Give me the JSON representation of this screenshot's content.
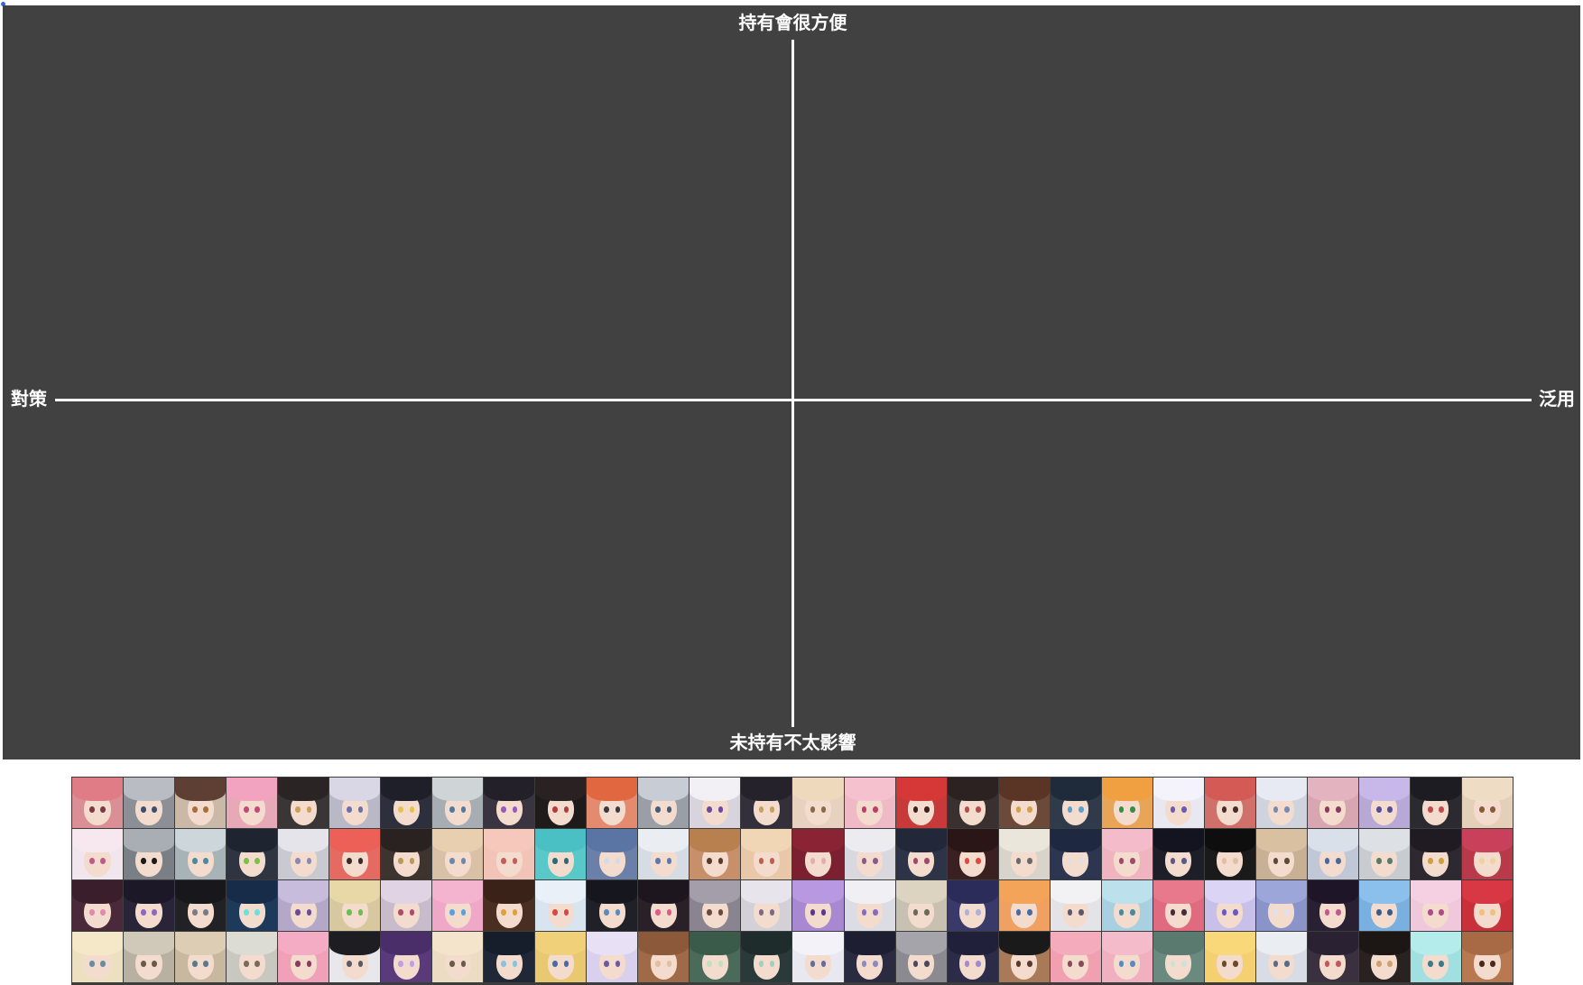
{
  "board": {
    "top_label": "持有會很方便",
    "bottom_label": "未持有不太影響",
    "left_label": "對策",
    "right_label": "泛用",
    "background": "#414141",
    "axis_color": "#ffffff"
  },
  "palette": {
    "columns": 28,
    "rows": 4,
    "tiles": [
      {
        "bg": "#d98f95",
        "hair": "#e07c86",
        "eye": "#7a3a44"
      },
      {
        "bg": "#8c8f96",
        "hair": "#b9bcc2",
        "eye": "#3b4f72"
      },
      {
        "bg": "#c9b9a6",
        "hair": "#5d4033",
        "eye": "#a86f3c"
      },
      {
        "bg": "#e7a9b7",
        "hair": "#f1a3bf",
        "eye": "#c24a78"
      },
      {
        "bg": "#3a3636",
        "hair": "#2b2424",
        "eye": "#caa05a"
      },
      {
        "bg": "#b9b8c7",
        "hair": "#d9d6e6",
        "eye": "#6b6fb0"
      },
      {
        "bg": "#2d2f3d",
        "hair": "#1e1f28",
        "eye": "#e5c24d"
      },
      {
        "bg": "#a6adb3",
        "hair": "#cfd4d6",
        "eye": "#4d7aa3"
      },
      {
        "bg": "#3a3440",
        "hair": "#24202a",
        "eye": "#9a5ab8"
      },
      {
        "bg": "#1f1b1b",
        "hair": "#2a2222",
        "eye": "#b83a3a"
      },
      {
        "bg": "#e48a6f",
        "hair": "#e0673f",
        "eye": "#3b3b3b"
      },
      {
        "bg": "#9a9ea6",
        "hair": "#c8ccd4",
        "eye": "#445c7a"
      },
      {
        "bg": "#d8d4dd",
        "hair": "#f2f0f5",
        "eye": "#6c4aa0"
      },
      {
        "bg": "#33303b",
        "hair": "#25222c",
        "eye": "#c7a24f"
      },
      {
        "bg": "#e6d2bf",
        "hair": "#efd9bd",
        "eye": "#8a6a4a"
      },
      {
        "bg": "#f0b9c6",
        "hair": "#f6c1cf",
        "eye": "#c03c6a"
      },
      {
        "bg": "#c83a3a",
        "hair": "#d63838",
        "eye": "#3c1f1f"
      },
      {
        "bg": "#3a3030",
        "hair": "#2d2222",
        "eye": "#b84a4a"
      },
      {
        "bg": "#6b4a3a",
        "hair": "#5a3526",
        "eye": "#d0a04a"
      },
      {
        "bg": "#2f3a4a",
        "hair": "#1f2a3a",
        "eye": "#5aa0d0"
      },
      {
        "bg": "#e8a558",
        "hair": "#f0a040",
        "eye": "#3a8a4a"
      },
      {
        "bg": "#e9e7f0",
        "hair": "#f4f2fa",
        "eye": "#6a5ab0"
      },
      {
        "bg": "#d0706a",
        "hair": "#d35a55",
        "eye": "#4a2a2a"
      },
      {
        "bg": "#cfd3de",
        "hair": "#e7eaf2",
        "eye": "#7a8ab8"
      },
      {
        "bg": "#d8a6b0",
        "hair": "#e3b3c0",
        "eye": "#8a3a5a"
      },
      {
        "bg": "#b7a8d6",
        "hair": "#c8b8ea",
        "eye": "#5a4a9a"
      },
      {
        "bg": "#2a2a30",
        "hair": "#1c1c22",
        "eye": "#c24a4a"
      },
      {
        "bg": "#e4cfb8",
        "hair": "#efdcc4",
        "eye": "#8a5a3a"
      },
      {
        "bg": "#f2e6ee",
        "hair": "#f7e8f0",
        "eye": "#c05a8a"
      },
      {
        "bg": "#7a7f86",
        "hair": "#a9aeb4",
        "eye": "#1a1a1a"
      },
      {
        "bg": "#a8b3b8",
        "hair": "#cdd6da",
        "eye": "#4a8aa0"
      },
      {
        "bg": "#2e3440",
        "hair": "#1e2430",
        "eye": "#7ac04a"
      },
      {
        "bg": "#c9c9d2",
        "hair": "#e4e4ea",
        "eye": "#8a8ab0"
      },
      {
        "bg": "#e46a62",
        "hair": "#ec6058",
        "eye": "#3a2a2a"
      },
      {
        "bg": "#3d3430",
        "hair": "#2a2220",
        "eye": "#b89a5a"
      },
      {
        "bg": "#d9c1a8",
        "hair": "#e8cfb0",
        "eye": "#6a8aa8"
      },
      {
        "bg": "#f2c4b8",
        "hair": "#f5c8bb",
        "eye": "#c0605a"
      },
      {
        "bg": "#58c8c8",
        "hair": "#4ac0c4",
        "eye": "#2a6a7a"
      },
      {
        "bg": "#6a80a8",
        "hair": "#5a74a4",
        "eye": "#d0dce8"
      },
      {
        "bg": "#d6dce4",
        "hair": "#eaeef2",
        "eye": "#5a7ab0"
      },
      {
        "bg": "#c8906a",
        "hair": "#b8804f",
        "eye": "#5a3a2a"
      },
      {
        "bg": "#e8c8a8",
        "hair": "#f0d6b4",
        "eye": "#c0604a"
      },
      {
        "bg": "#7a2030",
        "hair": "#8a2434",
        "eye": "#e0b0b0"
      },
      {
        "bg": "#d8d8de",
        "hair": "#ececf0",
        "eye": "#8a5a8a"
      },
      {
        "bg": "#2e3448",
        "hair": "#22283a",
        "eye": "#a04a6a"
      },
      {
        "bg": "#3a2020",
        "hair": "#2a1616",
        "eye": "#e04a3a"
      },
      {
        "bg": "#d8d4cc",
        "hair": "#eae6dc",
        "eye": "#6a6a6a"
      },
      {
        "bg": "#2c3650",
        "hair": "#1e2840",
        "eye": "#e0e0e0"
      },
      {
        "bg": "#f0b4c0",
        "hair": "#f4bccb",
        "eye": "#a04a6a"
      },
      {
        "bg": "#1e1e28",
        "hair": "#141420",
        "eye": "#5a5a8a"
      },
      {
        "bg": "#1a1a1a",
        "hair": "#0e0e0e",
        "eye": "#e0c0a0"
      },
      {
        "bg": "#c8b094",
        "hair": "#d8c0a0",
        "eye": "#5a4a3a"
      },
      {
        "bg": "#c0c8d8",
        "hair": "#dae0ea",
        "eye": "#4a6a9a"
      },
      {
        "bg": "#c8ccd0",
        "hair": "#dde0e4",
        "eye": "#5a7a6a"
      },
      {
        "bg": "#2e2830",
        "hair": "#201a22",
        "eye": "#d0a040"
      },
      {
        "bg": "#b83a4a",
        "hair": "#c8405a",
        "eye": "#f0d0a0"
      },
      {
        "bg": "#4a2a3a",
        "hair": "#3a1e2c",
        "eye": "#e08ab0"
      },
      {
        "bg": "#2a2438",
        "hair": "#1c1828",
        "eye": "#8a6ac0"
      },
      {
        "bg": "#222226",
        "hair": "#18181c",
        "eye": "#7a7a8a"
      },
      {
        "bg": "#1e3a5a",
        "hair": "#162c48",
        "eye": "#6ae0e0"
      },
      {
        "bg": "#b4a8c8",
        "hair": "#c8bcdc",
        "eye": "#6a4a9a"
      },
      {
        "bg": "#d8c8a0",
        "hair": "#e8d8a8",
        "eye": "#6ac04a"
      },
      {
        "bg": "#c8bccc",
        "hair": "#e0d4e4",
        "eye": "#b04a6a"
      },
      {
        "bg": "#f0a8c8",
        "hair": "#f4b4d0",
        "eye": "#5aa0e0"
      },
      {
        "bg": "#4a2e22",
        "hair": "#3a2218",
        "eye": "#e0a040"
      },
      {
        "bg": "#d8e4f0",
        "hair": "#eaf0f8",
        "eye": "#d04a4a"
      },
      {
        "bg": "#202028",
        "hair": "#16161e",
        "eye": "#5a8ac0"
      },
      {
        "bg": "#2a2028",
        "hair": "#1e161e",
        "eye": "#e05a8a"
      },
      {
        "bg": "#8a8490",
        "hair": "#a49eaa",
        "eye": "#6a4a3a"
      },
      {
        "bg": "#d4d0d8",
        "hair": "#e8e4ec",
        "eye": "#7a6a8a"
      },
      {
        "bg": "#a888d0",
        "hair": "#b898e0",
        "eye": "#5a3a8a"
      },
      {
        "bg": "#dcdce4",
        "hair": "#f0f0f4",
        "eye": "#8a6ac0"
      },
      {
        "bg": "#c8c0b0",
        "hair": "#dcd4c0",
        "eye": "#6a6a5a"
      },
      {
        "bg": "#3a3a6a",
        "hair": "#2c2c5a",
        "eye": "#b0b0e0"
      },
      {
        "bg": "#f0a060",
        "hair": "#f4a458",
        "eye": "#4a6aa0"
      },
      {
        "bg": "#e4e4e8",
        "hair": "#f2f2f4",
        "eye": "#5a5a6a"
      },
      {
        "bg": "#a8d0e0",
        "hair": "#bce0ec",
        "eye": "#4a8aa0"
      },
      {
        "bg": "#e06a80",
        "hair": "#e8788c",
        "eye": "#4a2a3a"
      },
      {
        "bg": "#c8c0e8",
        "hair": "#dcd4f4",
        "eye": "#6a5ac0"
      },
      {
        "bg": "#8a94c8",
        "hair": "#9ca6d8",
        "eye": "#e0e0f0"
      },
      {
        "bg": "#2a2034",
        "hair": "#1e1628",
        "eye": "#c05a8a"
      },
      {
        "bg": "#7ab0e0",
        "hair": "#8cc0ec",
        "eye": "#3a5a8a"
      },
      {
        "bg": "#f0c8dc",
        "hair": "#f4d0e2",
        "eye": "#b04a8a"
      },
      {
        "bg": "#c8303a",
        "hair": "#d83844",
        "eye": "#f0c080"
      },
      {
        "bg": "#ece0c0",
        "hair": "#f4e8c8",
        "eye": "#6a8aa0"
      },
      {
        "bg": "#b8b0a0",
        "hair": "#d0c8b8",
        "eye": "#6a5a4a"
      },
      {
        "bg": "#c8b8a0",
        "hair": "#dccdb4",
        "eye": "#5a7a8a"
      },
      {
        "bg": "#c8c8c0",
        "hair": "#dcdcd4",
        "eye": "#7a6a5a"
      },
      {
        "bg": "#f0a0b8",
        "hair": "#f4acc4",
        "eye": "#8a3a5a"
      },
      {
        "bg": "#e8e8ec",
        "hair": "#1e1e22",
        "eye": "#5a5a6a"
      },
      {
        "bg": "#5a3a7a",
        "hair": "#4a2e6a",
        "eye": "#c0a0e0"
      },
      {
        "bg": "#ecdcc4",
        "hair": "#f4e4cc",
        "eye": "#6a5a4a"
      },
      {
        "bg": "#202838",
        "hair": "#161e2c",
        "eye": "#8ac0e0"
      },
      {
        "bg": "#e8c870",
        "hair": "#f0d078",
        "eye": "#4a6aa0"
      },
      {
        "bg": "#d8d0ec",
        "hair": "#e8e0f4",
        "eye": "#6a5aa0"
      },
      {
        "bg": "#a06a48",
        "hair": "#8c5a3a",
        "eye": "#e0c0a0"
      },
      {
        "bg": "#4a6a5a",
        "hair": "#3a5a4a",
        "eye": "#c0e0c0"
      },
      {
        "bg": "#2a3a3a",
        "hair": "#1e2c2c",
        "eye": "#a0d0c0"
      },
      {
        "bg": "#e8e8f0",
        "hair": "#f2f2f8",
        "eye": "#6a6a9a"
      },
      {
        "bg": "#2a2a40",
        "hair": "#1e1e32",
        "eye": "#8a8ac0"
      },
      {
        "bg": "#8a8a90",
        "hair": "#a4a4aa",
        "eye": "#4a4a5a"
      },
      {
        "bg": "#2c2c48",
        "hair": "#20203a",
        "eye": "#a08ad0"
      },
      {
        "bg": "#a87a58",
        "hair": "#1a1a1a",
        "eye": "#5a3a2a"
      },
      {
        "bg": "#f0a0b0",
        "hair": "#f4acbc",
        "eye": "#8a4a5a"
      },
      {
        "bg": "#f0b0c0",
        "hair": "#f4bcca",
        "eye": "#5a8ac0"
      },
      {
        "bg": "#6a8a80",
        "hair": "#5a7a70",
        "eye": "#d0e0d8"
      },
      {
        "bg": "#f4d070",
        "hair": "#f8d878",
        "eye": "#6a4a2a"
      },
      {
        "bg": "#d8dce4",
        "hair": "#eaeef2",
        "eye": "#5a6a8a"
      },
      {
        "bg": "#3a3040",
        "hair": "#2a2232",
        "eye": "#c05a5a"
      },
      {
        "bg": "#2a2220",
        "hair": "#1c1614",
        "eye": "#d0a070"
      },
      {
        "bg": "#a0e0e0",
        "hair": "#b4ecec",
        "eye": "#3a7a8a"
      },
      {
        "bg": "#b87850",
        "hair": "#a86a44",
        "eye": "#4a2a1a"
      }
    ]
  }
}
